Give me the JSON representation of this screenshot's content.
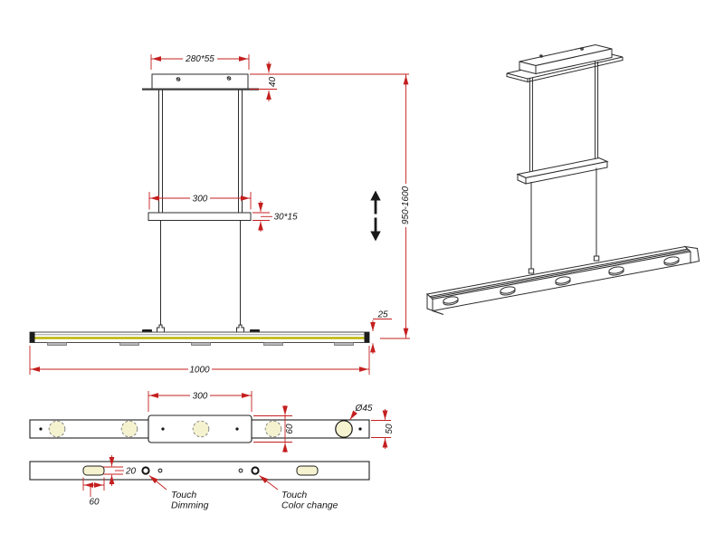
{
  "page": {
    "background": "#ffffff",
    "description": "Technical dimension drawing of a linear LED pendant lamp (front view, perspective view, top view, bottom view)"
  },
  "colors": {
    "line": "#2b2b2b",
    "dimension_red": "#c41f1f",
    "led_spot_fill": "#f5f2cf",
    "led_stripe": "#b8b300"
  },
  "front_view": {
    "dim_canopy": "280*55",
    "dim_canopy_height": "40",
    "dim_inner_rail": "300",
    "dim_rail_section": "30*15",
    "dim_suspension_range": "950-1600",
    "dim_bar_thickness": "25",
    "dim_bar_length": "1000"
  },
  "top_view": {
    "dim_plate_length": "300",
    "dim_spot_diameter": "Ø45",
    "dim_bar_width": "50",
    "dim_plate_width": "60"
  },
  "bottom_view": {
    "dim_slot_height": "20",
    "dim_slot_length": "60",
    "touch_dimming_line1": "Touch",
    "touch_dimming_line2": "Dimming",
    "touch_color_line1": "Touch",
    "touch_color_line2": "Color change"
  }
}
